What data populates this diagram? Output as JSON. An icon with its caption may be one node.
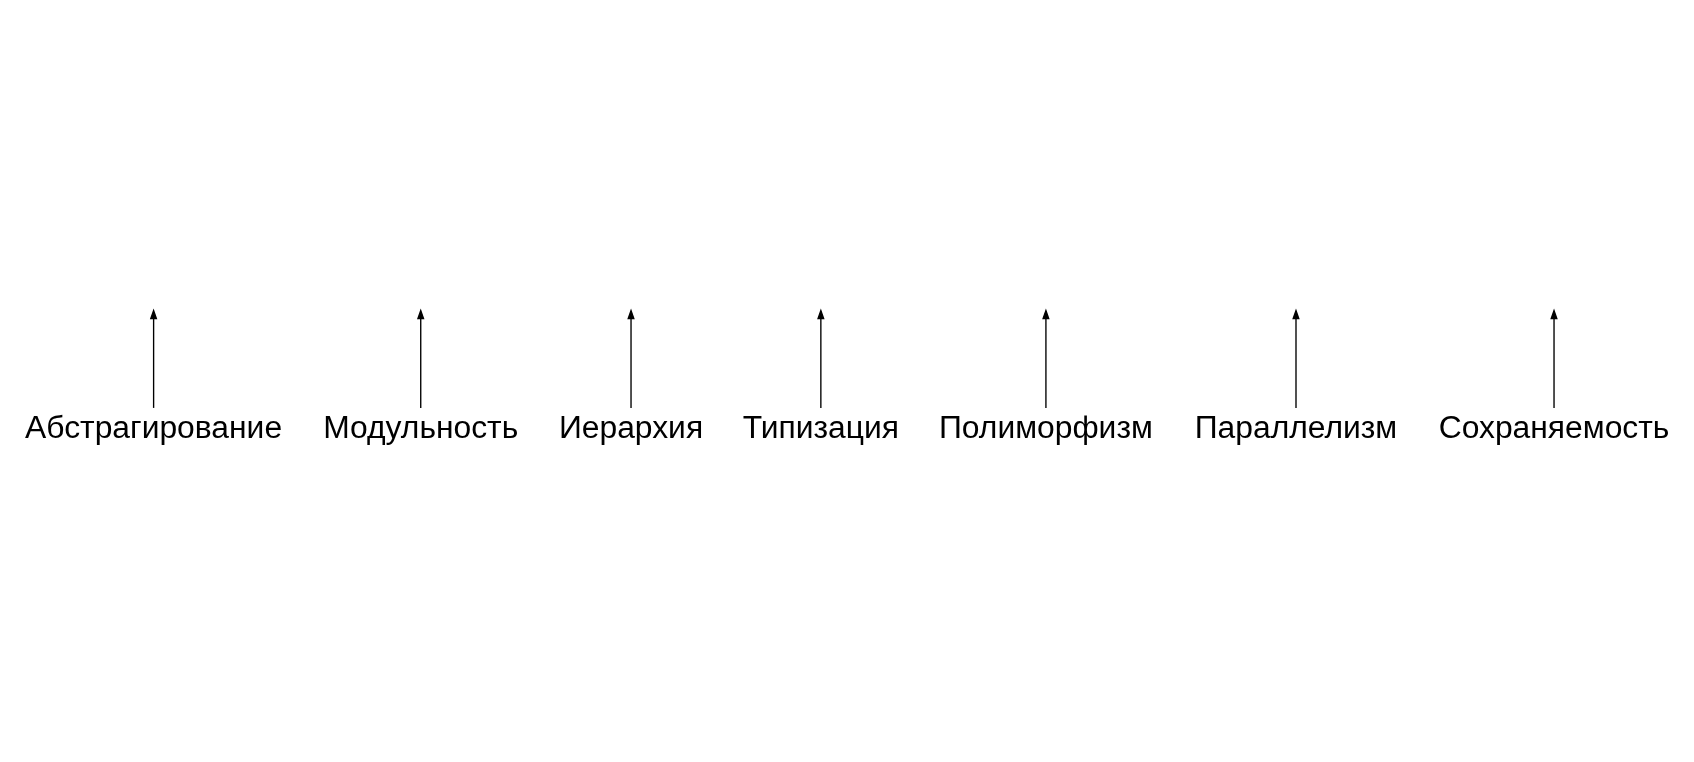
{
  "diagram": {
    "nodes": [
      {
        "text": [
          "Абстрагирование"
        ]
      },
      {
        "text": [
          "Модульность"
        ]
      },
      {
        "text": [
          "Иерархия"
        ]
      },
      {
        "text": [
          "Типизация"
        ]
      },
      {
        "text": [
          "Полиморфизм"
        ]
      },
      {
        "text": [
          "Параллелизм"
        ]
      },
      {
        "text": [
          "Сохраняемость"
        ]
      }
    ],
    "edges": [
      {
        "from": 0,
        "to": null,
        "arrow": "to"
      },
      {
        "from": 1,
        "to": null,
        "arrow": "to"
      },
      {
        "from": 2,
        "to": null,
        "arrow": "to"
      },
      {
        "from": 3,
        "to": null,
        "arrow": "to"
      },
      {
        "from": 4,
        "to": null,
        "arrow": "to"
      },
      {
        "from": 5,
        "to": null,
        "arrow": "to"
      },
      {
        "from": 6,
        "to": null,
        "arrow": "to"
      }
    ]
  }
}
